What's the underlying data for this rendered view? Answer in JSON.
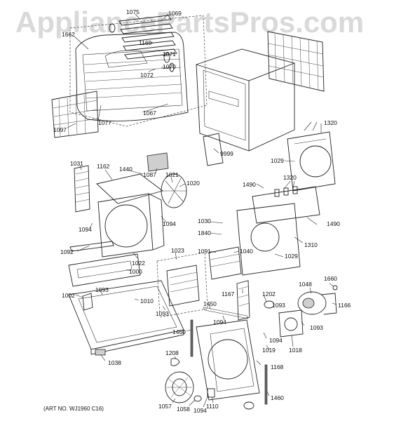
{
  "watermark": "AppliancePartsPros.com",
  "art_number": "(ART NO. WJ1960 C16)",
  "callouts": [
    {
      "id": "c1662",
      "text": "1662"
    },
    {
      "id": "c1075",
      "text": "1075"
    },
    {
      "id": "c1069",
      "text": "1069"
    },
    {
      "id": "c1169",
      "text": "1169"
    },
    {
      "id": "c1071",
      "text": "1071"
    },
    {
      "id": "c1070",
      "text": "1070"
    },
    {
      "id": "c1072",
      "text": "1072"
    },
    {
      "id": "c1067",
      "text": "1067"
    },
    {
      "id": "c1077",
      "text": "1077"
    },
    {
      "id": "c1097",
      "text": "1097"
    },
    {
      "id": "c1320a",
      "text": "1320"
    },
    {
      "id": "c1029a",
      "text": "1029"
    },
    {
      "id": "c9999",
      "text": "9999"
    },
    {
      "id": "c1031",
      "text": "1031"
    },
    {
      "id": "c1162",
      "text": "1162"
    },
    {
      "id": "c1440",
      "text": "1440"
    },
    {
      "id": "c1087",
      "text": "1087"
    },
    {
      "id": "c1021",
      "text": "1021"
    },
    {
      "id": "c1020",
      "text": "1020"
    },
    {
      "id": "c1490a",
      "text": "1490"
    },
    {
      "id": "c1320b",
      "text": "1320"
    },
    {
      "id": "c1094a",
      "text": "1094"
    },
    {
      "id": "c1094b",
      "text": "1094"
    },
    {
      "id": "c1030",
      "text": "1030"
    },
    {
      "id": "c1490b",
      "text": "1490"
    },
    {
      "id": "c1840",
      "text": "1840"
    },
    {
      "id": "c1310",
      "text": "1310"
    },
    {
      "id": "c1092",
      "text": "1092"
    },
    {
      "id": "c1023",
      "text": "1023"
    },
    {
      "id": "c1091",
      "text": "1091"
    },
    {
      "id": "c1040",
      "text": "1040"
    },
    {
      "id": "c1029b",
      "text": "1029"
    },
    {
      "id": "c1022",
      "text": "1022"
    },
    {
      "id": "c1000",
      "text": "1000"
    },
    {
      "id": "c1048",
      "text": "1048"
    },
    {
      "id": "c1660",
      "text": "1660"
    },
    {
      "id": "c1002",
      "text": "1002"
    },
    {
      "id": "c1093a",
      "text": "1093"
    },
    {
      "id": "c1010",
      "text": "1010"
    },
    {
      "id": "c1167",
      "text": "1167"
    },
    {
      "id": "c1202",
      "text": "1202"
    },
    {
      "id": "c1093b",
      "text": "1093"
    },
    {
      "id": "c1166",
      "text": "1166"
    },
    {
      "id": "c1093c",
      "text": "1093"
    },
    {
      "id": "c1450",
      "text": "1450"
    },
    {
      "id": "c1094c",
      "text": "1094"
    },
    {
      "id": "c1093d",
      "text": "1093"
    },
    {
      "id": "c1460a",
      "text": "1460"
    },
    {
      "id": "c1094d",
      "text": "1094"
    },
    {
      "id": "c1019",
      "text": "1019"
    },
    {
      "id": "c1018",
      "text": "1018"
    },
    {
      "id": "c1208",
      "text": "1208"
    },
    {
      "id": "c1038",
      "text": "1038"
    },
    {
      "id": "c1168",
      "text": "1168"
    },
    {
      "id": "c1460b",
      "text": "1460"
    },
    {
      "id": "c1057",
      "text": "1057"
    },
    {
      "id": "c1058",
      "text": "1058"
    },
    {
      "id": "c1094e",
      "text": "1094"
    },
    {
      "id": "c1110",
      "text": "1110"
    }
  ]
}
